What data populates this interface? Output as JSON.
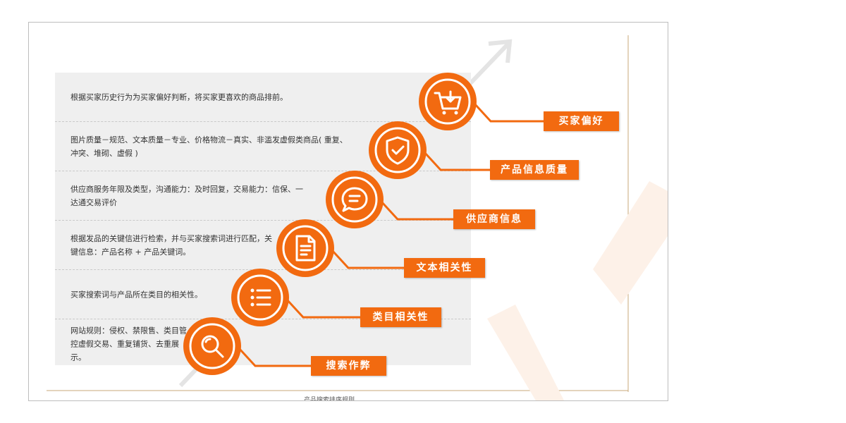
{
  "accent_color": "#f26a10",
  "rows": [
    {
      "text": "根据买家历史行为为买家偏好判断，将买家更喜欢的商品排前。"
    },
    {
      "text": "图片质量－规范、文本质量－专业、价格物流－真实、非滥发虚假类商品( 重复、冲突、堆砌、虚假 )"
    },
    {
      "text": "供应商服务年限及类型，沟通能力：及时回复，交易能力：信保、一达通交易评价"
    },
    {
      "text": "根据发品的关键信进行检索，并与买家搜索词进行匹配，关键信息：产品名称 + 产品关键词。"
    },
    {
      "text": "买家搜索词与产品所在类目的相关性。"
    },
    {
      "text": "网站规则：侵权、禁限售、类目管控虚假交易、重复铺货、去重展示。"
    }
  ],
  "factors": [
    {
      "label": "买家偏好",
      "icon": "shopping-cart-icon"
    },
    {
      "label": "产品信息质量",
      "icon": "shield-check-icon"
    },
    {
      "label": "供应商信息",
      "icon": "chat-bubble-icon"
    },
    {
      "label": "文本相关性",
      "icon": "document-icon"
    },
    {
      "label": "类目相关性",
      "icon": "list-icon"
    },
    {
      "label": "搜索作弊",
      "icon": "magnifier-icon"
    }
  ],
  "caption": "产品搜索排序规则"
}
